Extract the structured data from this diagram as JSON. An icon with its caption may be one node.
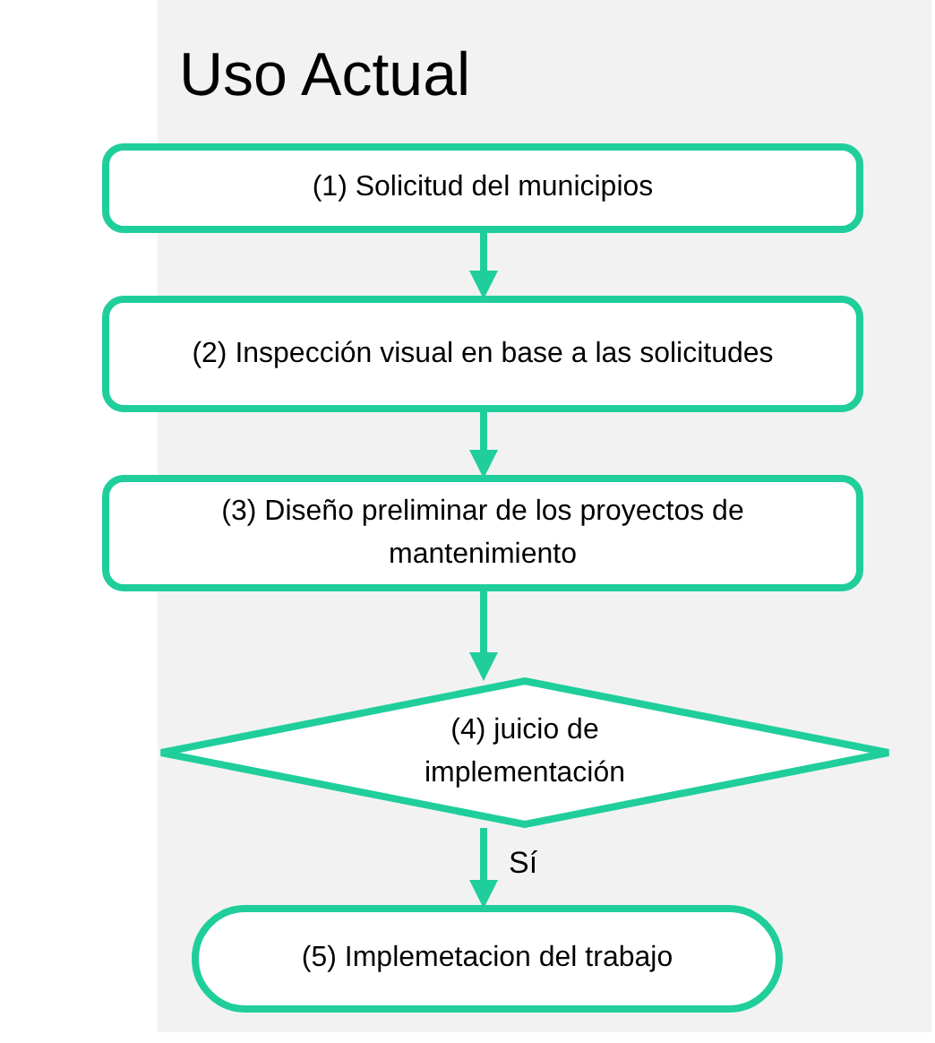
{
  "diagram": {
    "title": "Uso Actual",
    "nodes": [
      {
        "text": [
          "(1) Solicitud del municipios"
        ]
      },
      {
        "text": [
          "(2) Inspección visual en base a las solicitudes"
        ]
      },
      {
        "text": [
          "(3) Diseño preliminar de los proyectos de mantenimiento"
        ]
      },
      {
        "text": [
          "(4) juicio de implementación"
        ]
      },
      {
        "text": [
          "(5) Implemetacion del trabajo"
        ]
      }
    ],
    "edges": [
      {
        "from": 0,
        "to": 1,
        "arrow": "to"
      },
      {
        "from": 1,
        "to": 2,
        "arrow": "to"
      },
      {
        "from": 2,
        "to": 3,
        "arrow": "to"
      },
      {
        "from": 3,
        "to": 4,
        "arrow": "to",
        "label": "Sí"
      }
    ]
  }
}
